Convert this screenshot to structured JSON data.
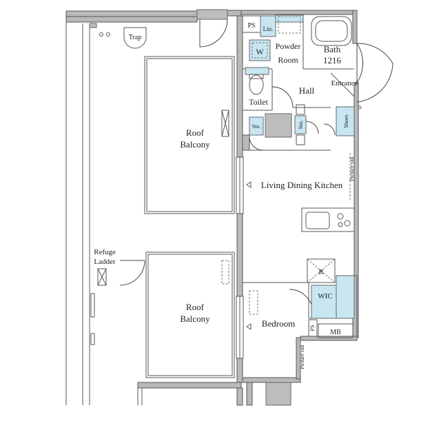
{
  "rooms": {
    "roof_balcony_upper": [
      "Roof",
      "Balcony"
    ],
    "roof_balcony_lower": [
      "Roof",
      "Balcony"
    ],
    "living_dining_kitchen": "Living Dining Kitchen",
    "bedroom": "Bedroom",
    "toilet": "Toilet",
    "hall": "Hall",
    "entrance": "Entrance",
    "powder_room": [
      "Powder",
      "Room"
    ],
    "bath": [
      "Bath",
      "1216"
    ]
  },
  "fixtures": {
    "trap": "Trap",
    "refuge_ladder": [
      "Refuge",
      "Ladder"
    ],
    "ps_top": "PS",
    "lin": "Lin.",
    "washer": "W",
    "sto_left": "Sto.",
    "sto_right": "Sto.",
    "shoes": "Shoes",
    "picture_rail_ldk": "Picture rail",
    "picture_rail_bedroom": "Picture rail",
    "refrigerator": "R",
    "wic": "WIC",
    "ps_bedroom": "PS",
    "mb": "MB"
  }
}
